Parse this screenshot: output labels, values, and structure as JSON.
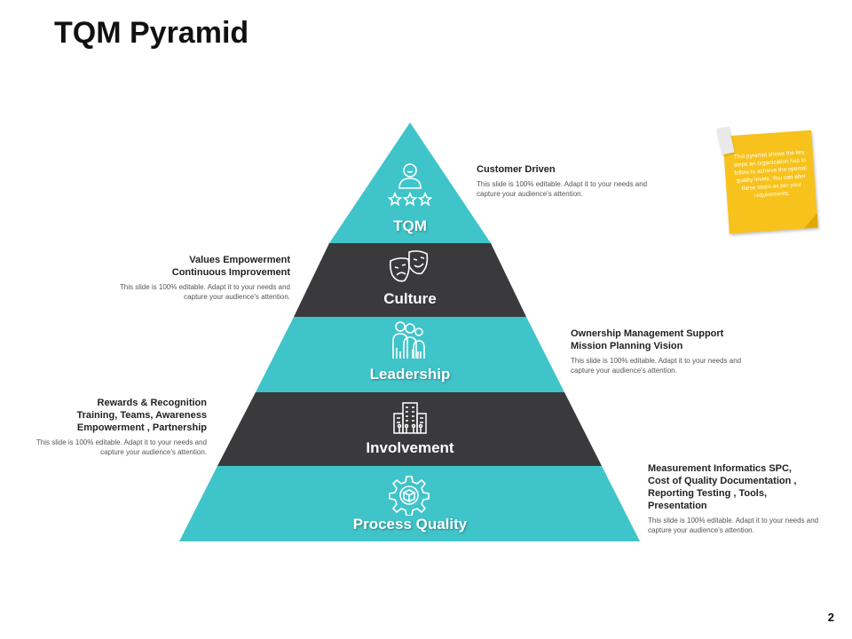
{
  "title": "TQM Pyramid",
  "page_number": "2",
  "colors": {
    "teal": "#3fc4c9",
    "dark": "#3a3a3c",
    "note": "#f7c21b"
  },
  "levels": [
    {
      "label": "TQM",
      "icon": "customer-rating-icon"
    },
    {
      "label": "Culture",
      "icon": "theater-masks-icon"
    },
    {
      "label": "Leadership",
      "icon": "team-people-icon"
    },
    {
      "label": "Involvement",
      "icon": "office-building-icon"
    },
    {
      "label": "Process Quality",
      "icon": "gear-icon"
    }
  ],
  "descriptions": {
    "tqm": {
      "heading": "Customer Driven",
      "body": "This slide is 100% editable. Adapt it to your needs and capture your audience's attention."
    },
    "culture": {
      "heading_line1": "Values Empowerment",
      "heading_line2": "Continuous  Improvement",
      "body": "This slide is 100% editable. Adapt it to your needs and capture your audience's attention."
    },
    "leadership": {
      "heading_line1": "Ownership Management Support",
      "heading_line2": "Mission Planning Vision",
      "body": "This slide is 100% editable. Adapt it to your needs and capture your audience's attention."
    },
    "involvement": {
      "heading_line1": "Rewards & Recognition",
      "heading_line2": "Training, Teams, Awareness",
      "heading_line3": "Empowerment , Partnership",
      "body": "This slide is 100% editable. Adapt it to your needs and capture your audience's attention."
    },
    "process_quality": {
      "heading_line1": "Measurement Informatics SPC,",
      "heading_line2": "Cost of Quality Documentation ,",
      "heading_line3": "Reporting Testing , Tools,",
      "heading_line4": "Presentation",
      "body": "This slide is 100% editable. Adapt it to your needs and capture your audience's attention."
    }
  },
  "sticky_note": {
    "text": "This pyramid shows the key steps an organization has to follow to achieve the optimal quality levels. You can alter these steps as per your requirements."
  }
}
